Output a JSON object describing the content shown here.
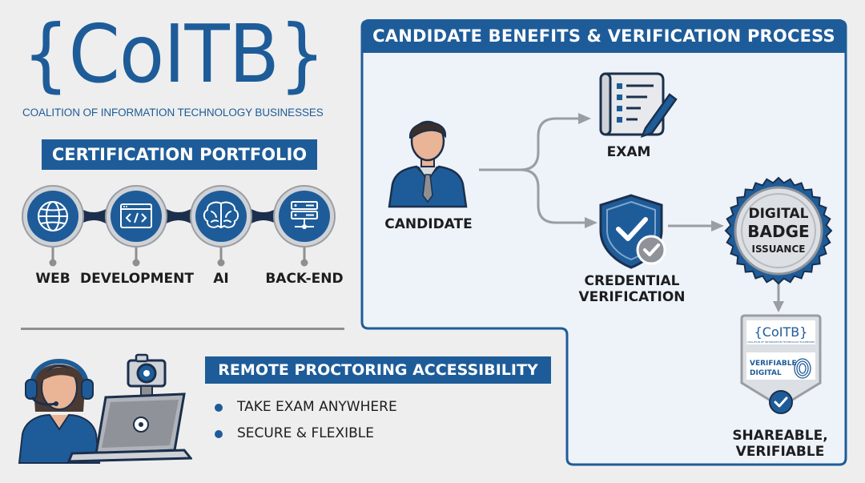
{
  "logo": {
    "brand": "{CoITB}",
    "subtitle": "COALITION OF INFORMATION TECHNOLOGY BUSINESSES"
  },
  "portfolio": {
    "title": "CERTIFICATION PORTFOLIO",
    "items": [
      {
        "label": "WEB",
        "icon": "globe-icon"
      },
      {
        "label": "DEVELOPMENT",
        "icon": "code-window-icon"
      },
      {
        "label": "AI",
        "icon": "brain-icon"
      },
      {
        "label": "BACK-END",
        "icon": "server-icon"
      }
    ]
  },
  "remote": {
    "title": "REMOTE PROCTORING ACCESSIBILITY",
    "bullets": [
      "TAKE EXAM ANYWHERE",
      "SECURE & FLEXIBLE"
    ]
  },
  "process": {
    "title": "CANDIDATE BENEFITS & VERIFICATION PROCESS",
    "candidate": "CANDIDATE",
    "exam": "EXAM",
    "verification": [
      "CREDENTIAL",
      "VERIFICATION"
    ],
    "badge": [
      "DIGITAL",
      "BADGE",
      "ISSUANCE"
    ],
    "card": {
      "brand": "{CoITB}",
      "subtitle": "COALITION OF INFORMATION TECHNOLOGY BUSINESSES",
      "line1": "VERIFIABLE",
      "line2": "DIGITAL"
    },
    "final": [
      "SHAREABLE,",
      "VERIFIABLE"
    ]
  },
  "colors": {
    "brand_blue": "#1e5c99",
    "dark_navy": "#1b2f4d",
    "gray": "#8f8f8f",
    "panel_bg": "#eef3f9"
  }
}
